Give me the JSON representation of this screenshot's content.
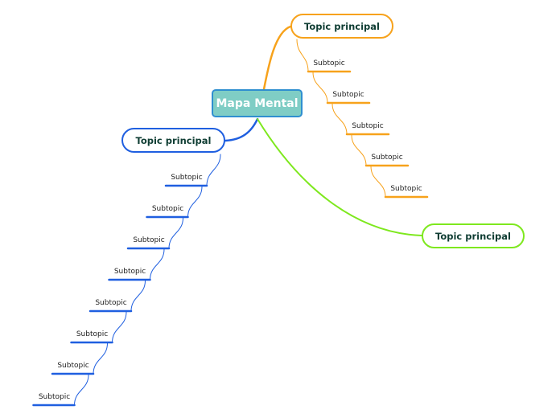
{
  "central": {
    "label": "Mapa Mental",
    "fill": "#7fcdc5",
    "border": "#2f8fd0"
  },
  "branches": [
    {
      "id": "orange",
      "label": "Topic principal",
      "color": "#f7a21b",
      "subtopics": [
        "Subtopic",
        "Subtopic",
        "Subtopic",
        "Subtopic",
        "Subtopic"
      ]
    },
    {
      "id": "blue",
      "label": "Topic principal",
      "color": "#1f5fe0",
      "subtopics": [
        "Subtopic",
        "Subtopic",
        "Subtopic",
        "Subtopic",
        "Subtopic",
        "Subtopic",
        "Subtopic",
        "Subtopic"
      ]
    },
    {
      "id": "green",
      "label": "Topic principal",
      "color": "#7ee81e",
      "subtopics": []
    }
  ]
}
